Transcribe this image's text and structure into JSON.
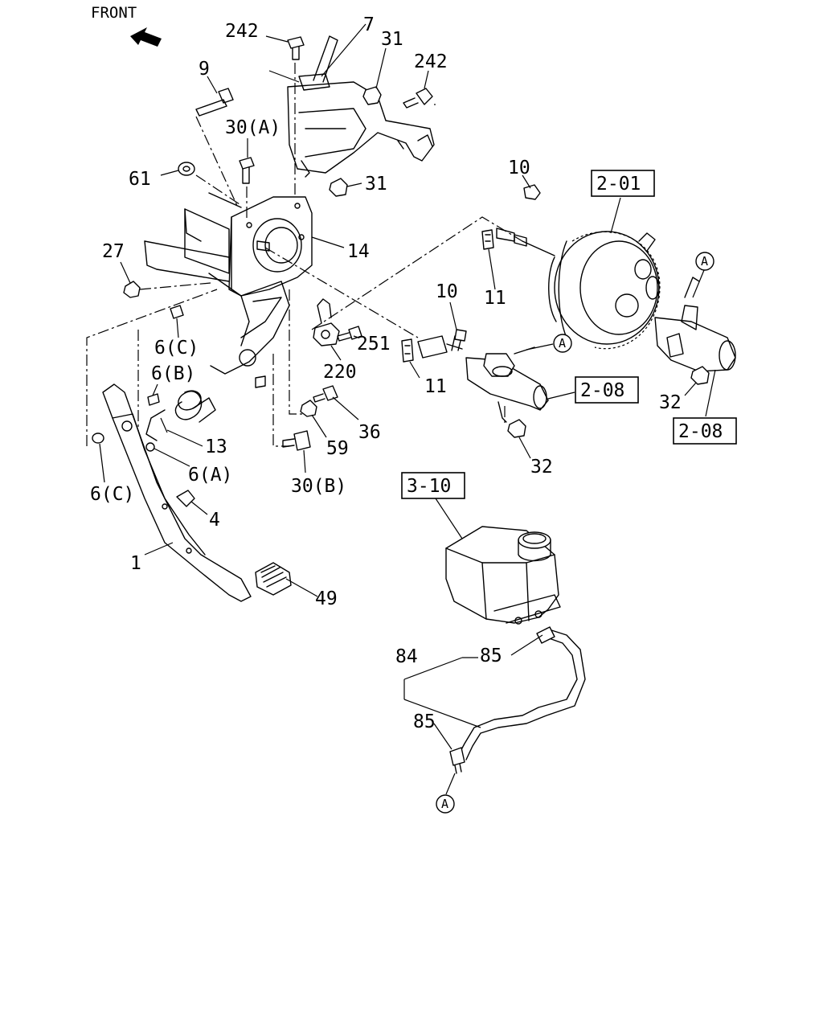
{
  "header": {
    "front_label": "FRONT"
  },
  "icons": {
    "front_arrow": "arrow-upper-left-icon",
    "circle_ref": "circled-letter-icon"
  },
  "labels": {
    "l242_top": "242",
    "l7": "7",
    "l31_top": "31",
    "l242_right": "242",
    "l9": "9",
    "l30a": "30(A)",
    "l61": "61",
    "l31_mid": "31",
    "l10_top": "10",
    "l14": "14",
    "l27": "27",
    "l11_top": "11",
    "l10_mid": "10",
    "l6c_mid": "6(C)",
    "l251": "251",
    "l11_mid": "11",
    "l220": "220",
    "l6b": "6(B)",
    "l32_right": "32",
    "l36": "36",
    "l13": "13",
    "l59": "59",
    "l6a": "6(A)",
    "l6c_left": "6(C)",
    "l30b": "30(B)",
    "l32_mid": "32",
    "l4": "4",
    "l1": "1",
    "l49": "49",
    "l84": "84",
    "l85_top": "85",
    "l85_bottom": "85"
  },
  "refs": {
    "box_201": "2-01",
    "box_208_mid": "2-08",
    "box_208_right": "2-08",
    "box_310": "3-10",
    "circle_a_right": "A",
    "circle_a_mid": "A",
    "circle_a_bottom": "A"
  }
}
